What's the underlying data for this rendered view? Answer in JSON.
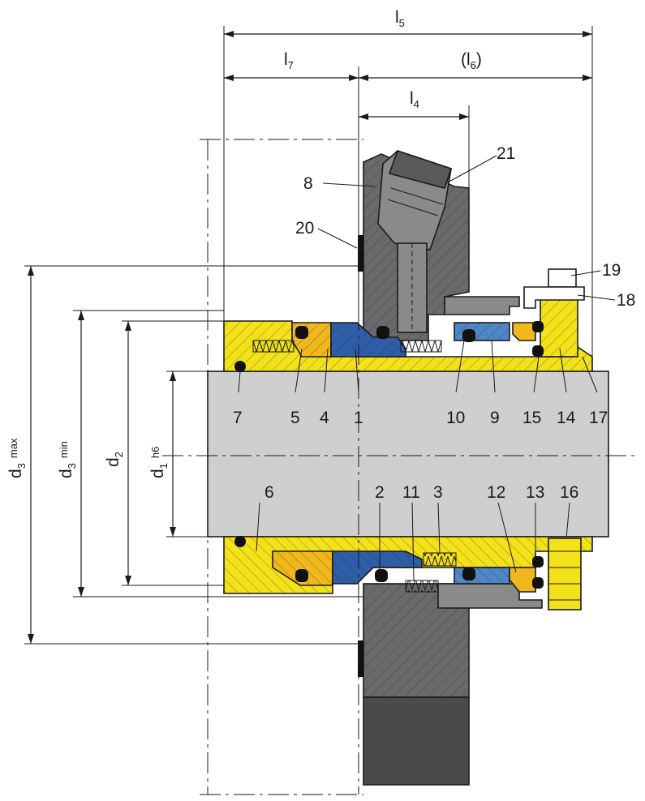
{
  "dimensions": {
    "l5": {
      "main": "l",
      "sub": "5"
    },
    "l7": {
      "main": "l",
      "sub": "7"
    },
    "l6": {
      "open": "(l",
      "sub": "6",
      "close": ")"
    },
    "l4": {
      "main": "l",
      "sub": "4"
    },
    "d3max": {
      "main": "d",
      "sub": "3",
      "sup": "max"
    },
    "d3min": {
      "main": "d",
      "sub": "3",
      "sup": "min"
    },
    "d2": {
      "main": "d",
      "sub": "2"
    },
    "d1": {
      "main": "d",
      "sub": "1",
      "sup": "h6"
    }
  },
  "part_numbers": {
    "p1": "1",
    "p2": "2",
    "p3": "3",
    "p4": "4",
    "p5": "5",
    "p6": "6",
    "p7": "7",
    "p8": "8",
    "p9": "9",
    "p10": "10",
    "p11": "11",
    "p12": "12",
    "p13": "13",
    "p14": "14",
    "p15": "15",
    "p16": "16",
    "p17": "17",
    "p18": "18",
    "p19": "19",
    "p20": "20",
    "p21": "21"
  },
  "colors": {
    "shaft": "#cfcfcf",
    "sleeve_yellow": "#f3e21a",
    "gold_part": "#f0b81c",
    "blue_seal": "#2f5ea8",
    "light_blue": "#4f86c6",
    "housing_gray": "#6a6a6a",
    "dark_gray": "#4a4a4a",
    "oring_black": "#111111",
    "line": "#1a1a1a"
  }
}
